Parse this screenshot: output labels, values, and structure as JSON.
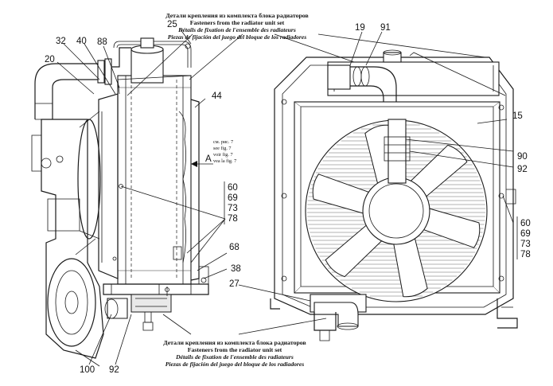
{
  "notes": {
    "top": {
      "ru": "Детали крепления из комплекта блока радиаторов",
      "en": "Fasteners from the radiator unit set",
      "fr": "Détails de fixation de l'ensemble des radiateurs",
      "es": "Piezas de fijación del juego del bloque de los radiadores"
    },
    "bottom": {
      "ru": "Детали крепления из комплекта блока радиаторов",
      "en": "Fasteners from the radiator unit set",
      "fr": "Détails de fixation de l'ensemble des radiateurs",
      "es": "Piezas de fijación del juego del bloque de los radiadores"
    },
    "view_ref": {
      "ru": "см. рис. 7",
      "en": "see fig. 7",
      "fr": "voir fig. 7",
      "es": "vea la fig. 7",
      "letter": "A"
    }
  },
  "callouts": {
    "c20": "20",
    "c32": "32",
    "c40": "40",
    "c88": "88",
    "c25": "25",
    "c44": "44",
    "c19": "19",
    "c91": "91",
    "c15": "15",
    "c90": "90",
    "c92r": "92",
    "c68": "68",
    "c38": "38",
    "c27": "27",
    "c100": "100",
    "c92b": "92",
    "group_left": [
      "60",
      "69",
      "73",
      "78"
    ],
    "group_right": [
      "60",
      "69",
      "73",
      "78"
    ]
  }
}
